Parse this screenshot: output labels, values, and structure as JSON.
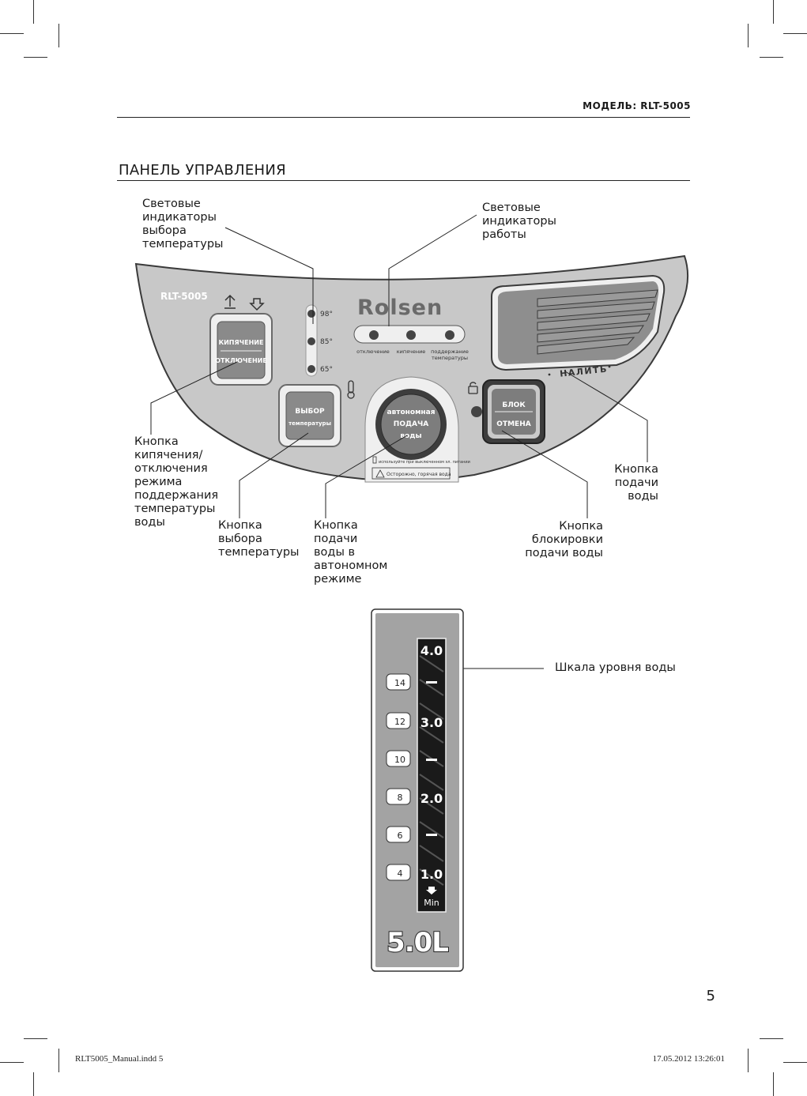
{
  "header": {
    "model": "МОДЕЛЬ: RLT-5005"
  },
  "section_title": "ПАНЕЛЬ УПРАВЛЕНИЯ",
  "panel": {
    "model_label": "RLT-5005",
    "brand": "Rolsen",
    "temps": [
      "98°",
      "85°",
      "65°"
    ],
    "indicator_labels": [
      "отключение",
      "кипячение",
      "поддержание",
      "температуры"
    ],
    "boil_button": [
      "КИПЯЧЕНИЕ",
      "ОТКЛЮЧЕНИЕ"
    ],
    "select_button": [
      "ВЫБОР",
      "температуры"
    ],
    "auto_button": [
      "автономная",
      "ПОДАЧА",
      "воды"
    ],
    "lock_button": [
      "БЛОК",
      "ОТМЕНА"
    ],
    "pour_label": "НАЛИТЬ",
    "notice_small": "используйте при выключенном эл. питании",
    "warning": "Осторожно, горячая вода"
  },
  "callouts": {
    "temp_indicators": "Световые\nиндикаторы\nвыбора\nтемпературы",
    "work_indicators": "Световые\nиндикаторы\nработы",
    "boil_button": "Кнопка\nкипячения/\nотключения\nрежима\nподдержания\nтемпературы\nводы",
    "select_button": "Кнопка\nвыбора\nтемпературы",
    "auto_button": "Кнопка\nподачи\nводы в\nавтономном\nрежиме",
    "lock_button": "Кнопка\nблокировки\nподачи воды",
    "pour_button": "Кнопка\nподачи\nводы",
    "scale": "Шкала уровня воды"
  },
  "scale": {
    "levels": [
      "4.0",
      "3.0",
      "2.0",
      "1.0"
    ],
    "cups": [
      "14",
      "12",
      "10",
      "8",
      "6",
      "4"
    ],
    "min_label": "Min",
    "capacity": "5.0L"
  },
  "page_number": "5",
  "footer": {
    "file": "RLT5005_Manual.indd   5",
    "timestamp": "17.05.2012   13:26:01"
  }
}
